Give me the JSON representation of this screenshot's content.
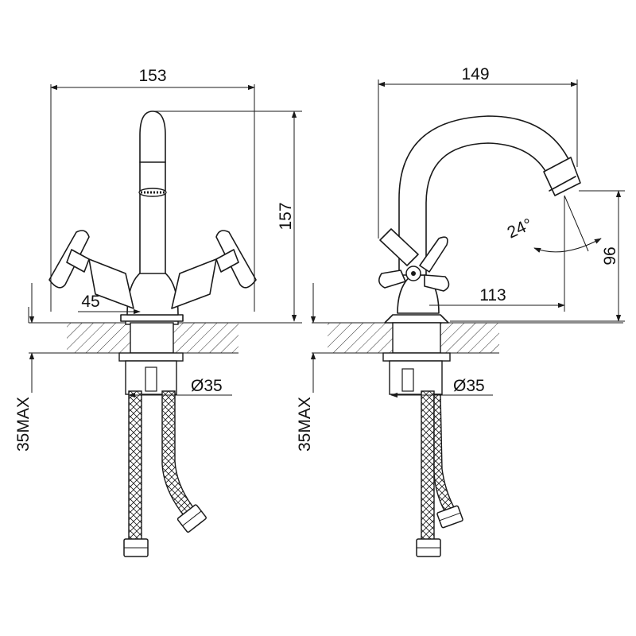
{
  "dimensions": {
    "front_width": "153",
    "front_height": "157",
    "front_handle_offset": "45",
    "front_hole_diameter": "Ø35",
    "front_max_thickness": "35MAX",
    "side_width": "149",
    "side_spout_reach": "113",
    "side_spout_height": "96",
    "side_spout_angle": "24°",
    "side_hole_diameter": "Ø35",
    "side_max_thickness": "35MAX"
  }
}
